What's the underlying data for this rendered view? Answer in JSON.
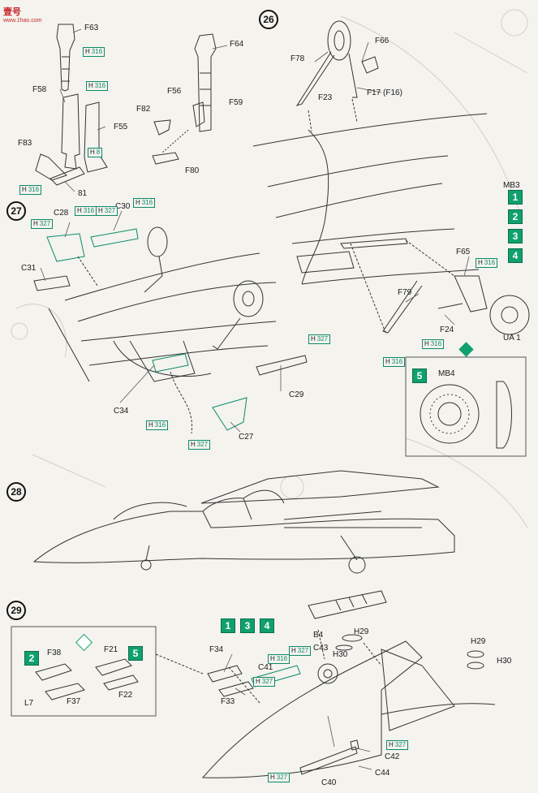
{
  "logo": {
    "name": "壹号",
    "sub": "www.1hao.com"
  },
  "steps": {
    "s26": "26",
    "s27": "27",
    "s28": "28",
    "s29": "29"
  },
  "labels": {
    "F63": "F63",
    "F64": "F64",
    "F58": "F58",
    "F56": "F56",
    "F59": "F59",
    "F55": "F55",
    "F82": "F82",
    "F83": "F83",
    "F80": "F80",
    "n81": "81",
    "F78": "F78",
    "F66": "F66",
    "F23": "F23",
    "F17": "F17 (F16)",
    "MB3": "MB3",
    "F65": "F65",
    "F79": "F79",
    "F24": "F24",
    "UA1": "UA 1",
    "MB4": "MB4",
    "C28": "C28",
    "C30": "C30",
    "C31": "C31",
    "C34": "C34",
    "C29": "C29",
    "C27": "C27",
    "F38": "F38",
    "F21": "F21",
    "F22": "F22",
    "F37": "F37",
    "L7": "L7",
    "F34": "F34",
    "F33": "F33",
    "C41": "C41",
    "B4": "B4",
    "H29a": "H29",
    "H30a": "H30",
    "C43": "C43",
    "H29b": "H29",
    "H30b": "H30",
    "C42": "C42",
    "C40": "C40",
    "C44": "C44"
  },
  "paint_codes": {
    "h": "H",
    "c316": "316",
    "c327": "327",
    "c8": "8"
  },
  "options": {
    "o1": "1",
    "o2": "2",
    "o3": "3",
    "o4": "4",
    "o5": "5"
  }
}
